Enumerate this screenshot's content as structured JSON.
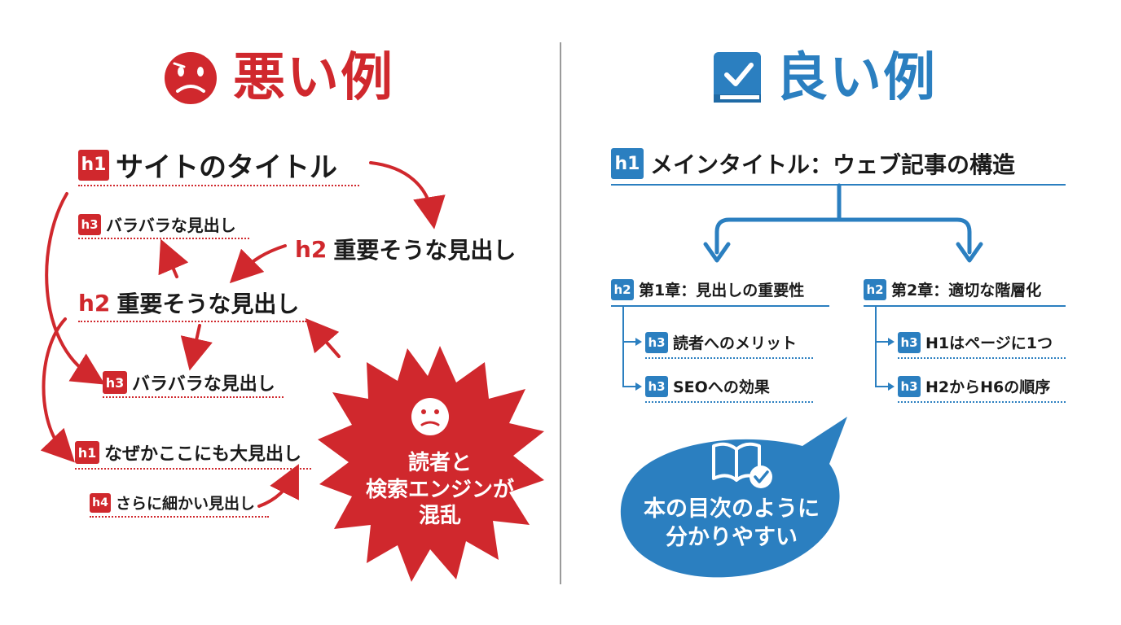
{
  "bad": {
    "title": "悪い例",
    "h1_title": {
      "tag": "h1",
      "text": "サイトのタイトル"
    },
    "h3_top": {
      "tag": "h3",
      "text": "バラバラな見出し"
    },
    "h2_right": {
      "tag": "h2",
      "text": "重要そうな見出し"
    },
    "h2_mid": {
      "tag": "h2",
      "text": "重要そうな見出し"
    },
    "h3_mid": {
      "tag": "h3",
      "text": "バラバラな見出し"
    },
    "h1_again": {
      "tag": "h1",
      "text": "なぜかここにも大見出し"
    },
    "h4_fine": {
      "tag": "h4",
      "text": "さらに細かい見出し"
    },
    "burst_lines": [
      "読者と",
      "検索エンジンが",
      "混乱"
    ]
  },
  "good": {
    "title": "良い例",
    "h1_main": {
      "tag": "h1",
      "text": "メインタイトル：ウェブ記事の構造"
    },
    "ch1": {
      "tag": "h2",
      "text": "第1章：見出しの重要性"
    },
    "ch1_a": {
      "tag": "h3",
      "text": "読者へのメリット"
    },
    "ch1_b": {
      "tag": "h3",
      "text": "SEOへの効果"
    },
    "ch2": {
      "tag": "h2",
      "text": "第2章：適切な階層化"
    },
    "ch2_a": {
      "tag": "h3",
      "text": "H1はページに1つ"
    },
    "ch2_b": {
      "tag": "h3",
      "text": "H2からH6の順序"
    },
    "bubble_lines": [
      "本の目次のように",
      "分かりやすい"
    ]
  },
  "colors": {
    "red": "#d0282d",
    "blue": "#2b7fc0"
  },
  "icons": [
    "sad-face-icon",
    "checklist-book-icon",
    "confused-face-icon",
    "open-book-check-icon"
  ]
}
